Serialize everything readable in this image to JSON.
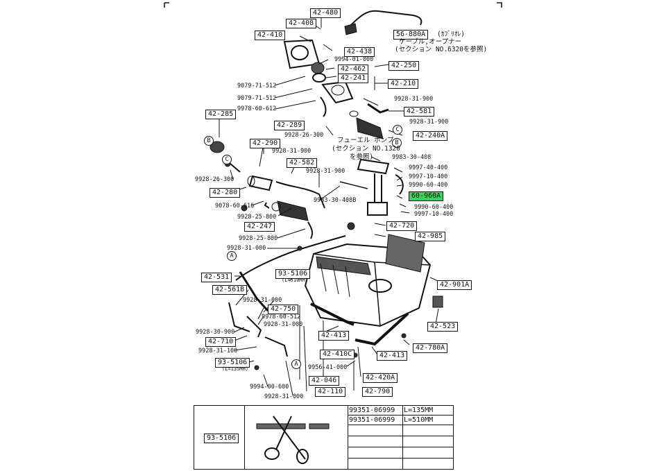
{
  "part_labels": {
    "p42480": "42-480",
    "p42408": "42-408",
    "p56880A": "56-880A",
    "p42410": "42-410",
    "p42438": "42-438",
    "p9994_01_000": "9994-01-000",
    "p42462": "42-462",
    "p42250": "42-250",
    "p42241": "42-241",
    "p42210": "42-210",
    "p9079_71_512a": "9079-71-512",
    "p9079_71_512b": "9079-71-512",
    "p9978_60_612": "9978-60-612",
    "p9928_31_900a": "9928-31-900",
    "p42581": "42-581",
    "p42285": "42-285",
    "p42289": "42-289",
    "p9928_31_900b": "9928-31-900",
    "p42240A": "42-240A",
    "p9928_26_300a": "9928-26-300",
    "p42290": "42-290",
    "p9928_31_900c": "9928-31-900",
    "p9983_30_408": "9983-30-408",
    "p42582": "42-582",
    "p9928_26_300b": "9928-26-300",
    "p9928_31_900d": "9928-31-900",
    "p9997_40_400": "9997-40-400",
    "p9997_10_400a": "9997-10-400",
    "p9990_60_400a": "9990-60-400",
    "p42280": "42-280",
    "p60960A": "60-960A",
    "p9078_60_616": "9078-60-616",
    "p9983_30_408B": "9983-30-408B",
    "p9990_60_400b": "9990-60-400",
    "p9997_10_400b": "9997-10-400",
    "p9928_25_800a": "9928-25-800",
    "p42247": "42-247",
    "p42720": "42-720",
    "p42985": "42-985",
    "p9928_25_800b": "9928-25-800",
    "p9928_31_000a": "9928-31-000",
    "p42531": "42-531",
    "p93_5106a": "93-5106",
    "p42901A": "42-901A",
    "p42561B": "42-561B",
    "p9928_31_000b": "9928-31-000",
    "p42750": "42-750",
    "p9978_60_512": "9978-60-512",
    "p9928_31_000c": "9928-31-000",
    "p9928_30_900": "9928-30-900",
    "p42523": "42-523",
    "p42413a": "42-413",
    "p42710": "42-710",
    "p9928_31_100": "9928-31-100",
    "p42780A": "42-780A",
    "p42410C": "42-410C",
    "p42413b": "42-413",
    "p93_5106b": "93-5106",
    "p9956_41_000": "9956-41-000",
    "p42420A": "42-420A",
    "p42046": "42-046",
    "p9994_00_600": "9994-00-600",
    "p42110": "42-110",
    "p42790": "42-790",
    "p9928_31_000d": "9928-31-000"
  },
  "notes": {
    "cable_jp": "(ｶﾌﾞﾘｵﾚ)",
    "cable_line2": "ケーブル,オープナー",
    "cable_line3": "(セクション NO.6320を参照)",
    "pump_line1": "フューエル ポンプ",
    "pump_line2": "(セクション NO.1320",
    "pump_line3": "を参照)",
    "len_510": "(L=510MM)",
    "len_135": "(L=135MM)"
  },
  "callouts": {
    "B": "B",
    "C": "C",
    "A": "A"
  },
  "legend": {
    "part": "93-5106",
    "rows": [
      {
        "number": "99351-06999",
        "length": "L=135MM"
      },
      {
        "number": "99351-06999",
        "length": "L=510MM"
      }
    ]
  },
  "colors": {
    "highlight": "#3bd45a",
    "line": "#111111"
  }
}
